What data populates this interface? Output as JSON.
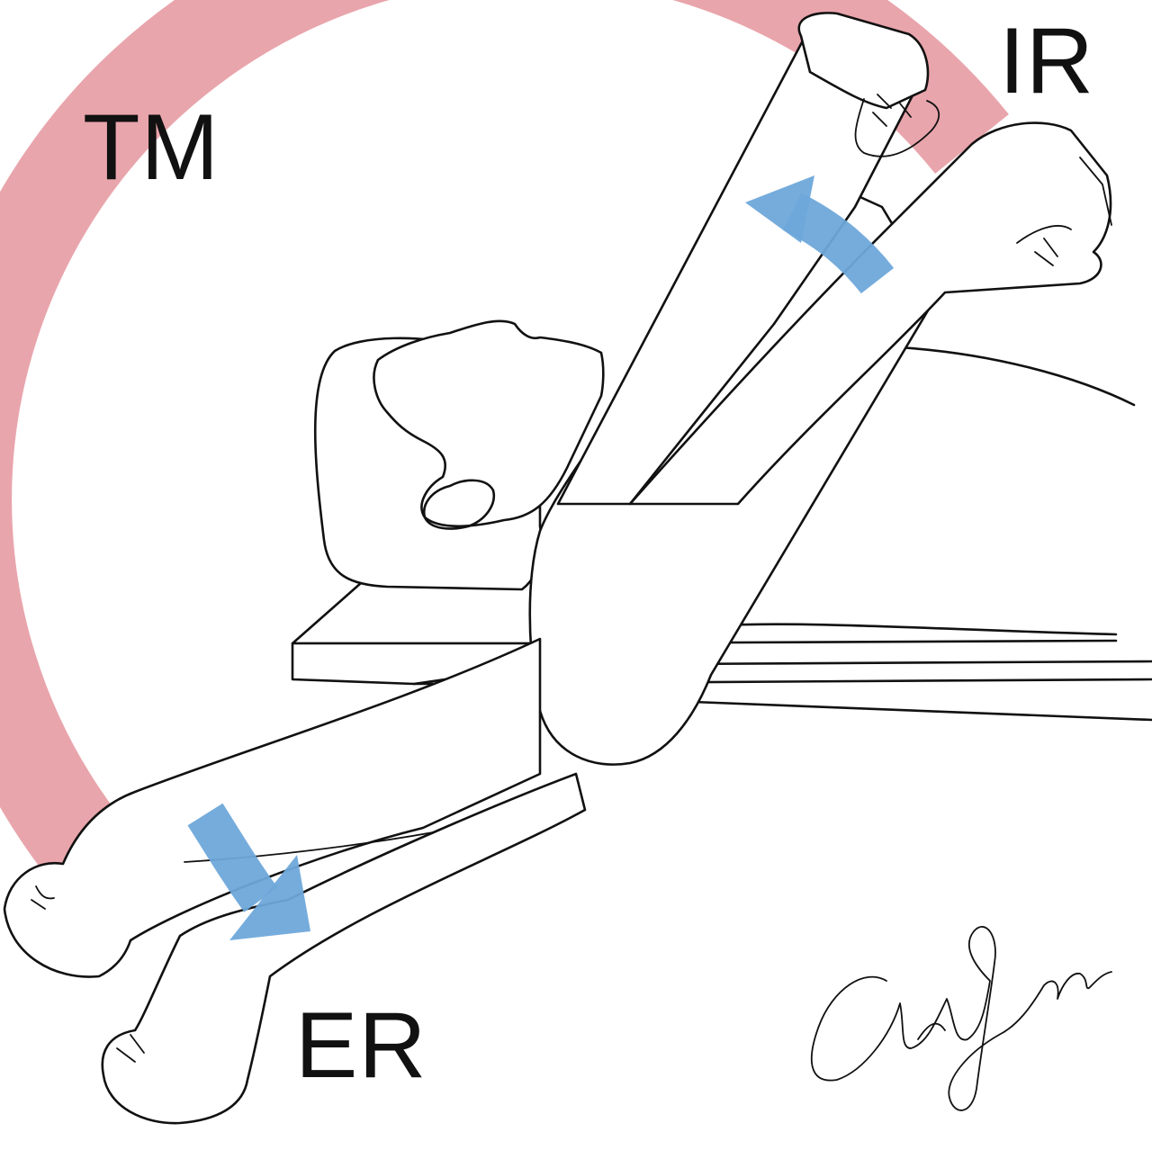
{
  "labels": {
    "tm": "TM",
    "ir": "IR",
    "er": "ER"
  },
  "colors": {
    "arc": "#e8a0a8",
    "arrows": "#6ea8da",
    "ink": "#111111",
    "background": "#ffffff"
  },
  "signature": {
    "text": "Alex Yorke"
  }
}
